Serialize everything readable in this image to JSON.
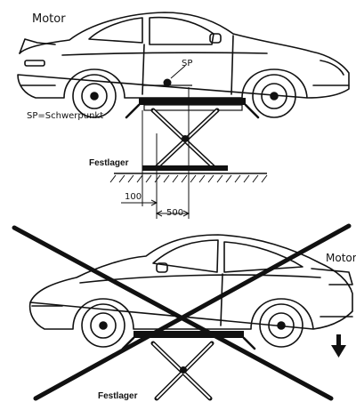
{
  "top_diagram": {
    "motor_label": "Motor",
    "sp_label": "SP",
    "sp_legend": "SP=Schwerpunkt",
    "festlager_label": "Festlager",
    "dimension_100": "100",
    "dimension_500": "500"
  },
  "bottom_diagram": {
    "motor_label": "Motor",
    "festlager_label": "Festlager",
    "crossed_out": true
  },
  "colors": {
    "ink": "#111111",
    "background": "#ffffff"
  }
}
